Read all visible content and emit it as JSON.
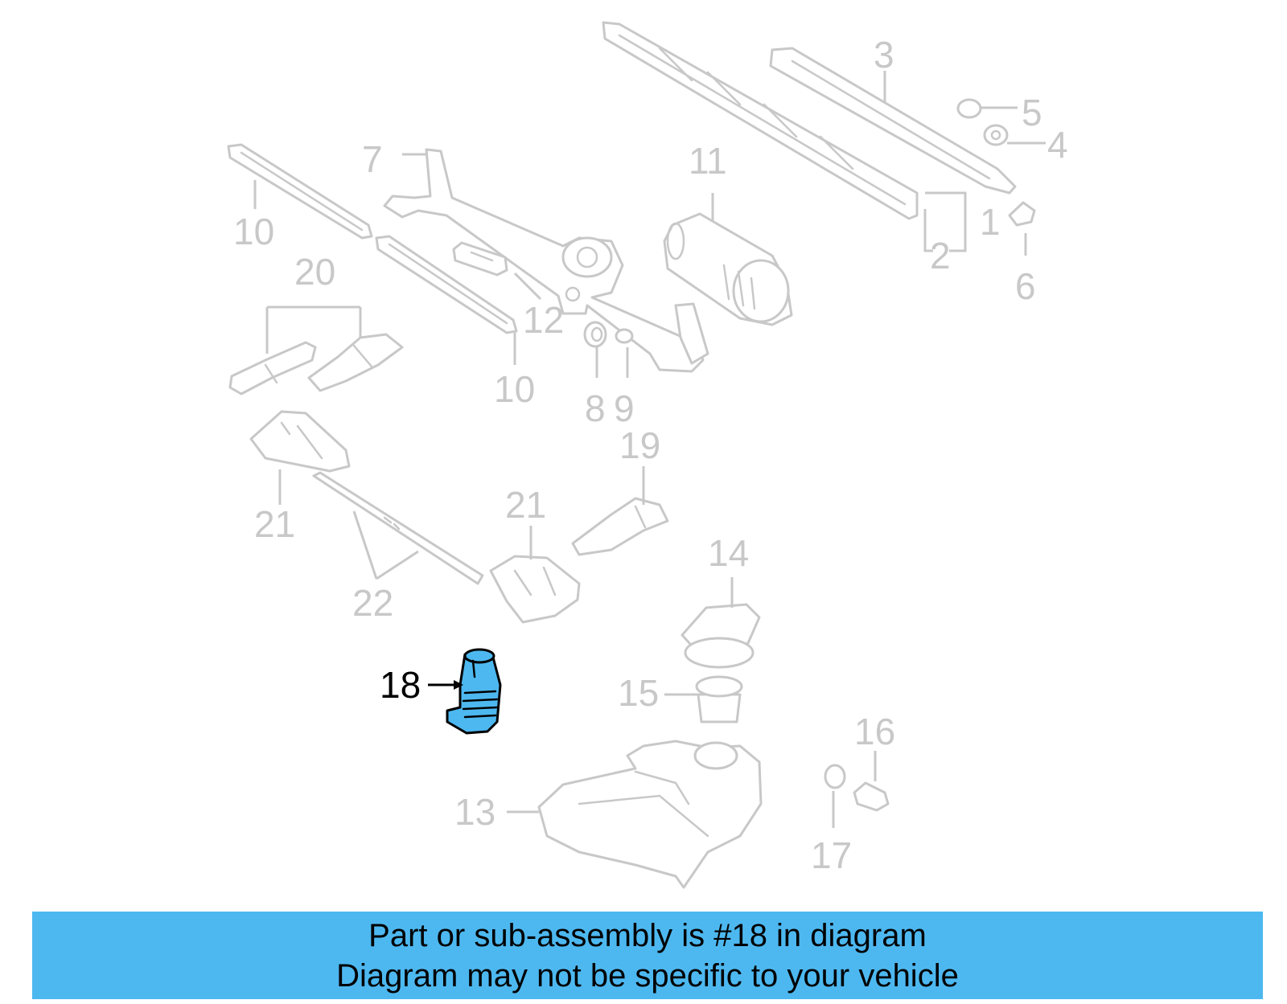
{
  "diagram": {
    "highlight_color": "#4db8f0",
    "highlighted_callout": "18",
    "callouts": [
      "1",
      "2",
      "3",
      "4",
      "5",
      "6",
      "7",
      "8",
      "9",
      "10",
      "10",
      "11",
      "12",
      "13",
      "14",
      "15",
      "16",
      "17",
      "18",
      "19",
      "20",
      "21",
      "21",
      "22"
    ]
  },
  "banner": {
    "line1": "Part or sub-assembly is #18 in diagram",
    "line2": "Diagram may not be specific to your vehicle",
    "background": "#4db8f0"
  }
}
